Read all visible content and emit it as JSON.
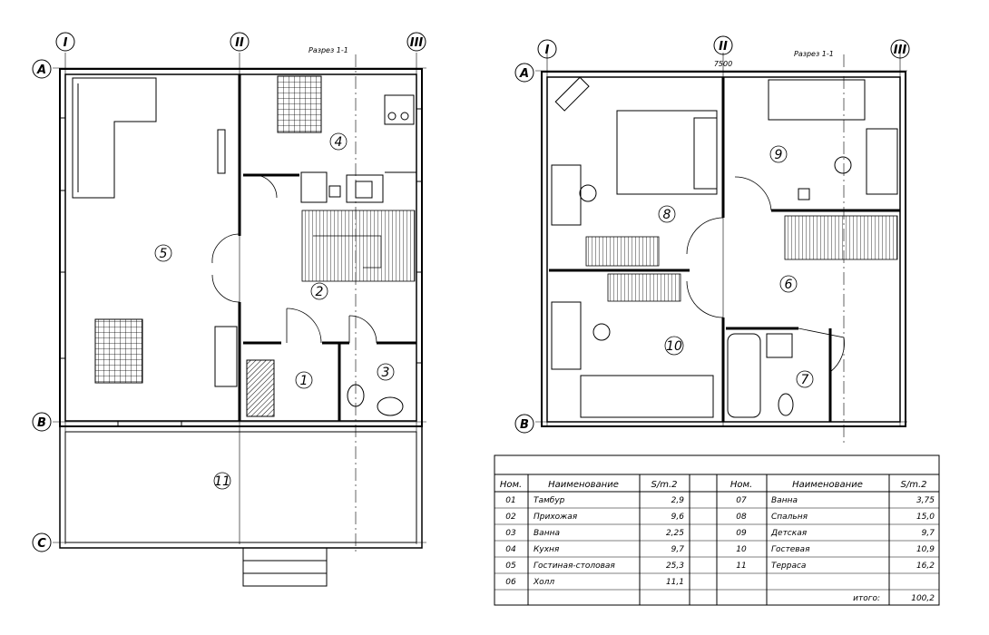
{
  "axes": {
    "floor1": {
      "cols": [
        "I",
        "II",
        "III"
      ],
      "rows": [
        "A",
        "B",
        "C"
      ]
    },
    "floor2": {
      "cols": [
        "I",
        "II",
        "III"
      ],
      "rows": [
        "A",
        "B"
      ]
    }
  },
  "section_mark": "Разрез 1-1",
  "dimension": "7500",
  "rooms": {
    "r1": "1",
    "r2": "2",
    "r3": "3",
    "r4": "4",
    "r5": "5",
    "r6": "6",
    "r7": "7",
    "r8": "8",
    "r9": "9",
    "r10": "10",
    "r11": "11"
  },
  "table": {
    "headers": [
      "Ном.",
      "Наименование",
      "S/m.2",
      "Ном.",
      "Наименование",
      "S/m.2"
    ],
    "left": [
      [
        "01",
        "Тамбур",
        "2,9"
      ],
      [
        "02",
        "Прихожая",
        "9,6"
      ],
      [
        "03",
        "Ванна",
        "2,25"
      ],
      [
        "04",
        "Кухня",
        "9,7"
      ],
      [
        "05",
        "Гостиная-столовая",
        "25,3"
      ],
      [
        "06",
        "Холл",
        "11,1"
      ]
    ],
    "right": [
      [
        "07",
        "Ванна",
        "3,75"
      ],
      [
        "08",
        "Спальня",
        "15,0"
      ],
      [
        "09",
        "Детская",
        "9,7"
      ],
      [
        "10",
        "Гостевая",
        "10,9"
      ],
      [
        "11",
        "Терраса",
        "16,2"
      ],
      [
        "",
        "",
        ""
      ]
    ],
    "total_label": "итого:",
    "total_value": "100,2"
  }
}
